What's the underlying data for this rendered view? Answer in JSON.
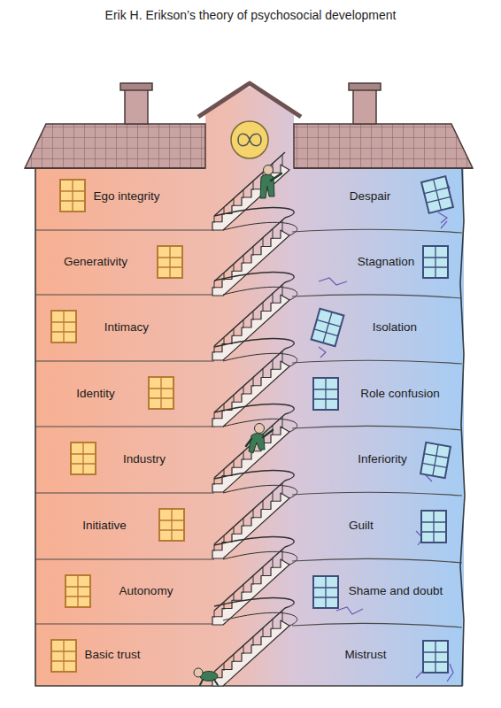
{
  "diagram": {
    "title": "Erik H. Erikson’s theory of psychosocial development",
    "nodes": [
      {
        "text": [
          "Ego integrity",
          "Despair"
        ]
      },
      {
        "text": [
          "Generativity",
          "Stagnation"
        ]
      },
      {
        "text": [
          "Intimacy",
          "Isolation"
        ]
      },
      {
        "text": [
          "Identity",
          "Role confusion"
        ]
      },
      {
        "text": [
          "Industry",
          "Inferiority"
        ]
      },
      {
        "text": [
          "Initiative",
          "Guilt"
        ]
      },
      {
        "text": [
          "Autonomy",
          "Shame and doubt"
        ]
      },
      {
        "text": [
          "Basic trust",
          "Mistrust"
        ]
      }
    ]
  }
}
